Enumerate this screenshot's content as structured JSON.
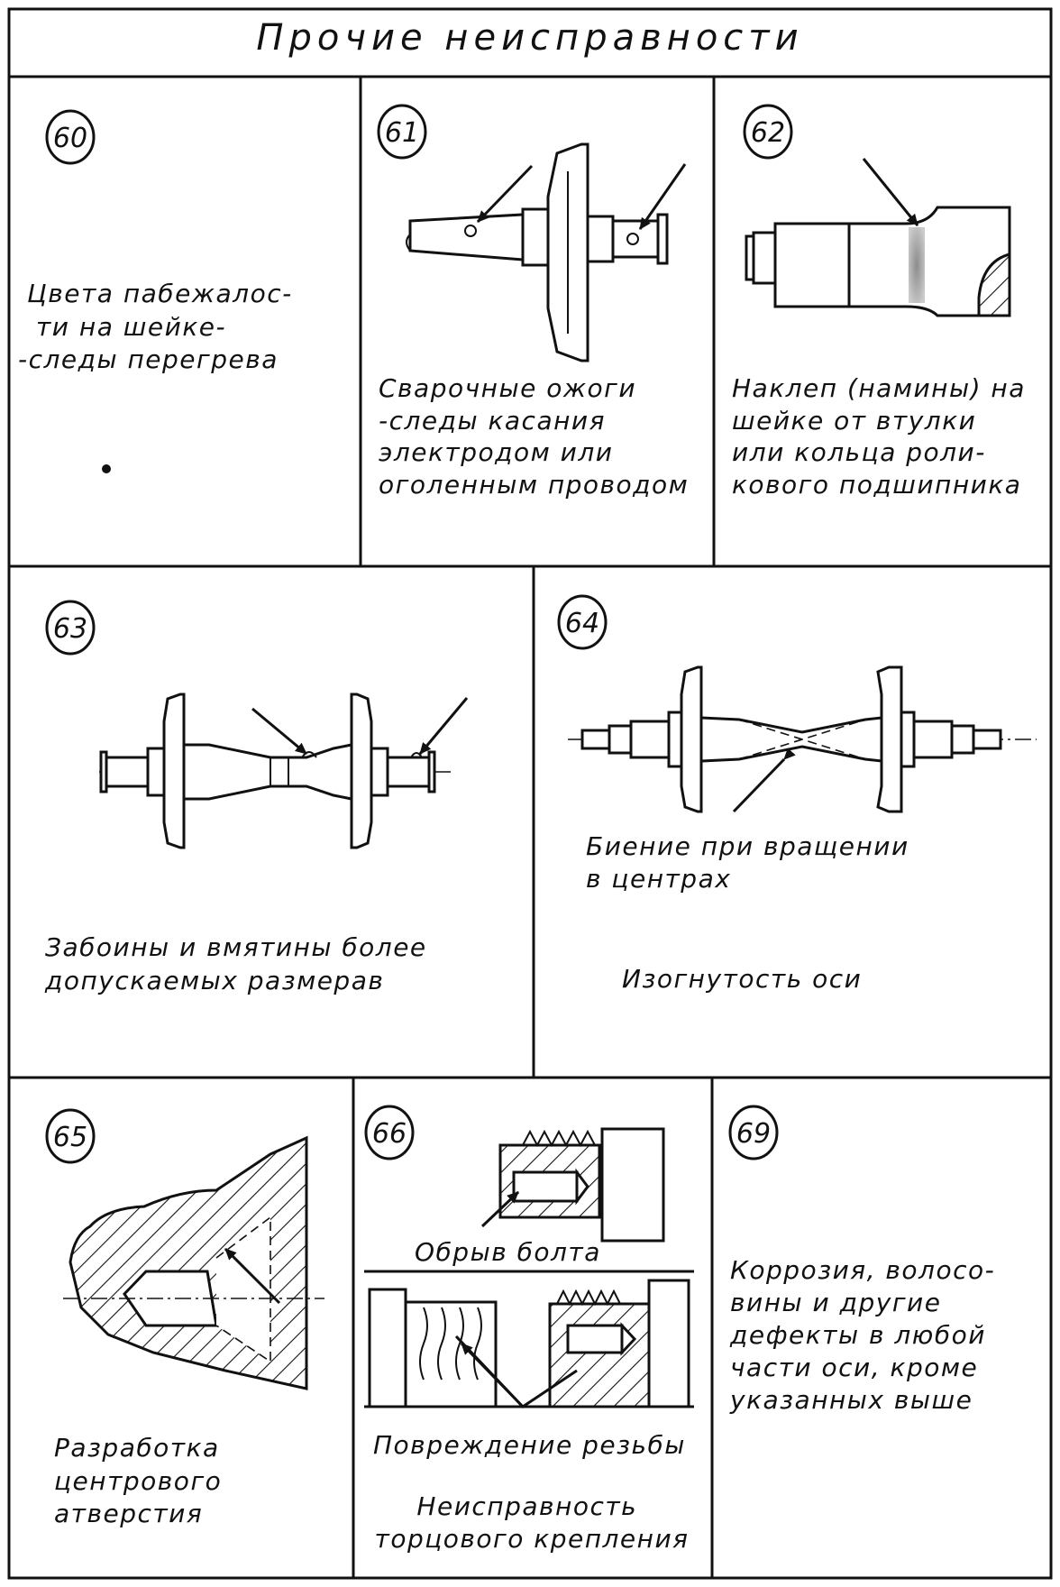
{
  "title": "Прочие неисправности",
  "panels": [
    {
      "num": "60",
      "caption": [
        "Цвета пабежалос-",
        "ти на шейке-",
        "-следы перегрева"
      ]
    },
    {
      "num": "61",
      "caption": [
        "Сварочные ожоги",
        "-следы касания",
        "электродом или",
        "оголенным проводом"
      ]
    },
    {
      "num": "62",
      "caption": [
        "Наклеп (намины) на",
        "шейке от втулки",
        "или кольца роли-",
        "кового подшипника"
      ]
    },
    {
      "num": "63",
      "caption": [
        "Забоины и вмятины более",
        "допускаемых размерав"
      ]
    },
    {
      "num": "64",
      "note": [
        "Биение при вращении",
        "в центрах"
      ],
      "caption": [
        "Изогнутость оси"
      ]
    },
    {
      "num": "65",
      "caption": [
        "Разработка",
        "центрового",
        "атверстия"
      ]
    },
    {
      "num": "66",
      "note1": [
        "Обрыв болта"
      ],
      "note2": [
        "Повреждение резьбы"
      ],
      "caption": [
        "Неисправность",
        "торцового крепления"
      ]
    },
    {
      "num": "69",
      "caption": [
        "Коррозия, волосо-",
        "вины и другие",
        "дефекты в любой",
        "части оси, кроме",
        "указанных выше"
      ]
    }
  ]
}
